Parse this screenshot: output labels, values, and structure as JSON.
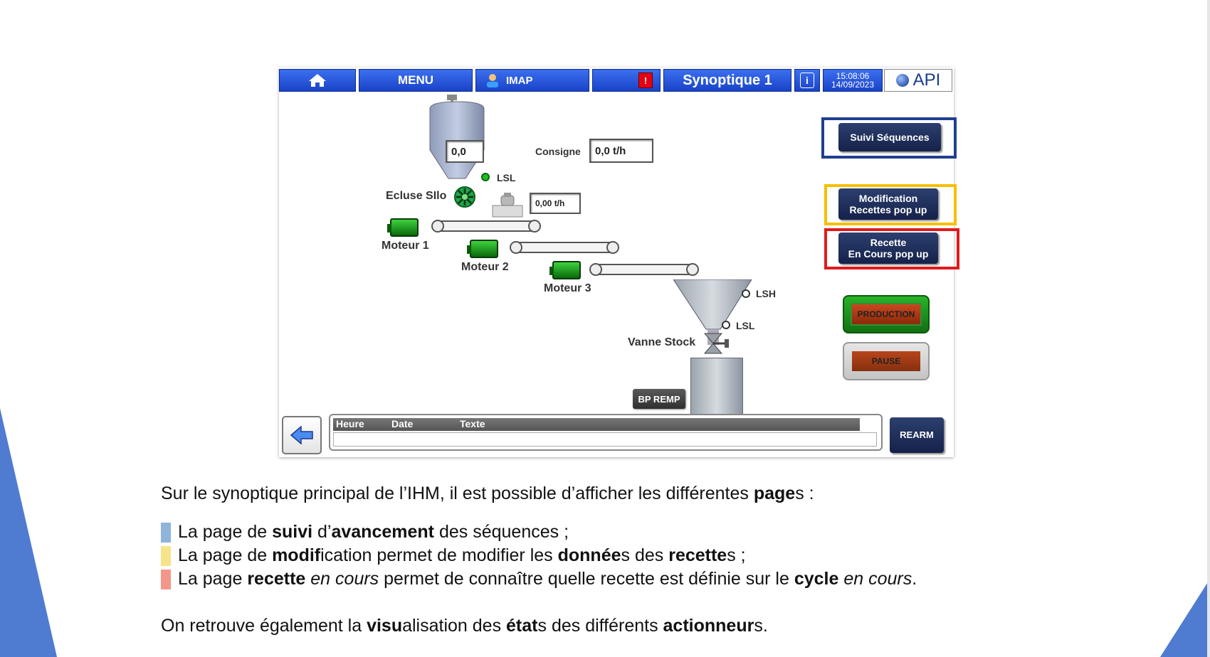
{
  "topbar": {
    "menu": "MENU",
    "imap": "IMAP",
    "alarm": "!",
    "title": "Synoptique 1",
    "info": "i",
    "time": "15:08:06",
    "date": "14/09/2023",
    "logo": "API"
  },
  "synoptic": {
    "silo_value": "0,0",
    "lsl_silo": "LSL",
    "consigne_label": "Consigne",
    "consigne_value": "0,0 t/h",
    "ecluse_label": "Ecluse SIlo",
    "flow_value": "0,00 t/h",
    "motor1": "Moteur 1",
    "motor2": "Moteur 2",
    "motor3": "Moteur 3",
    "lsh": "LSH",
    "lsl_stock": "LSL",
    "vanne": "Vanne Stock",
    "bp_remp": "BP REMP"
  },
  "side_buttons": {
    "suivi": "Suivi Séquences",
    "modif_1": "Modification",
    "modif_2": "Recettes pop up",
    "recette_1": "Recette",
    "recette_2": "En Cours pop up",
    "production": "PRODUCTION",
    "pause": "PAUSE",
    "rearm": "REARM"
  },
  "log": {
    "col_heure": "Heure",
    "col_date": "Date",
    "col_texte": "Texte"
  },
  "colors": {
    "frame_blue": "#1f3f8f",
    "frame_yellow": "#f5c000",
    "frame_red": "#e11b1b",
    "bullet_blue": "#8fb4dc",
    "bullet_yellow": "#f7e38a",
    "bullet_red": "#f3978b"
  },
  "text": {
    "intro_a": "Sur le synoptique principal de l’IHM, il est possible d’afficher les différentes ",
    "intro_b": "page",
    "intro_c": "s :",
    "l1_a": "La page de ",
    "l1_b": "suivi",
    "l1_c": " d’",
    "l1_d": "avancement",
    "l1_e": " des séquences ;",
    "l2_a": "La page de ",
    "l2_b": "modif",
    "l2_c": "ication permet de modifier les ",
    "l2_d": "donnée",
    "l2_e": "s des ",
    "l2_f": "recette",
    "l2_g": "s ;",
    "l3_a": "La page ",
    "l3_b": "recette",
    "l3_c": "en cours",
    "l3_d": " permet de connaître quelle recette est définie sur le ",
    "l3_e": "cycle",
    "l3_f": "en cours",
    "l3_g": ".",
    "out_a": "On retrouve également la ",
    "out_b": "visu",
    "out_c": "alisation des ",
    "out_d": "état",
    "out_e": "s des différents ",
    "out_f": "actionneur",
    "out_g": "s."
  }
}
